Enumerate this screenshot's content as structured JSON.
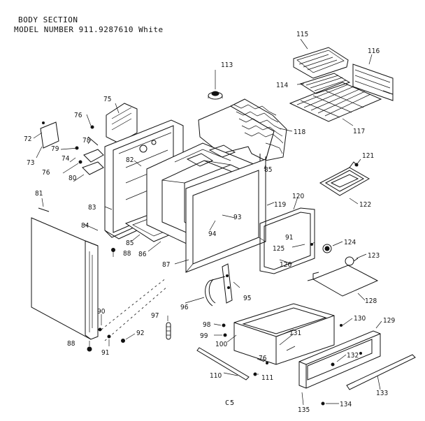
{
  "header": {
    "line1": "BODY SECTION",
    "line2": "MODEL NUMBER 911.9287610 White"
  },
  "footer": "C5",
  "callouts": {
    "c72": "72",
    "c73": "73",
    "c74": "74",
    "c75": "75",
    "c76a": "76",
    "c76b": "76",
    "c76c": "76",
    "c78": "78",
    "c79": "79",
    "c80": "80",
    "c81": "81",
    "c82": "82",
    "c83": "83",
    "c84": "84",
    "c85a": "85",
    "c85b": "85",
    "c86": "86",
    "c87": "87",
    "c88a": "88",
    "c88b": "88",
    "c90": "90",
    "c91a": "91",
    "c91b": "91",
    "c92": "92",
    "c93": "93",
    "c94": "94",
    "c95": "95",
    "c96": "96",
    "c97": "97",
    "c98": "98",
    "c99": "99",
    "c100": "100",
    "c110": "110",
    "c111": "111",
    "c113": "113",
    "c114": "114",
    "c115": "115",
    "c116": "116",
    "c117": "117",
    "c118": "118",
    "c119": "119",
    "c120": "120",
    "c121": "121",
    "c122": "122",
    "c123": "123",
    "c124": "124",
    "c125": "125",
    "c126": "126",
    "c128": "128",
    "c129": "129",
    "c130": "130",
    "c131": "131",
    "c132": "132",
    "c133": "133",
    "c134": "134",
    "c135": "135"
  }
}
